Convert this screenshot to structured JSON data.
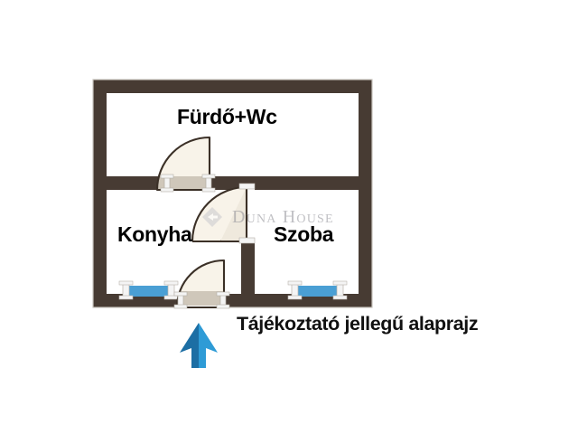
{
  "document": {
    "type": "floor-plan",
    "caption": "Tájékoztató jellegű alaprajz",
    "background_color": "#ffffff"
  },
  "watermark": {
    "text": "Duna House",
    "icon": "duna-house-logo-icon",
    "color": "#8e8e95"
  },
  "plan": {
    "wall_color": "#473b33",
    "floor_color": "#ffffff",
    "door_fill_upper": "#f7f1e6",
    "door_fill_lower": "#cdc5b8",
    "door_stroke": "#3b3027",
    "window_color": "#4a9fd4",
    "window_frame_color": "#f2f2f2",
    "rooms": [
      {
        "id": "furdo-wc",
        "label": "Fürdő+Wc"
      },
      {
        "id": "konyha",
        "label": "Konyha"
      },
      {
        "id": "szoba",
        "label": "Szoba"
      }
    ],
    "doors": [
      {
        "id": "bathroom-door",
        "swing": "quarter-arc"
      },
      {
        "id": "room-door",
        "swing": "quarter-arc"
      },
      {
        "id": "entrance-door",
        "swing": "quarter-arc"
      }
    ],
    "windows": [
      {
        "id": "kitchen-window"
      },
      {
        "id": "room-window"
      }
    ]
  },
  "north_arrow": {
    "name": "north-arrow",
    "color_dark": "#1c6ea4",
    "color_light": "#2e9bd6"
  }
}
